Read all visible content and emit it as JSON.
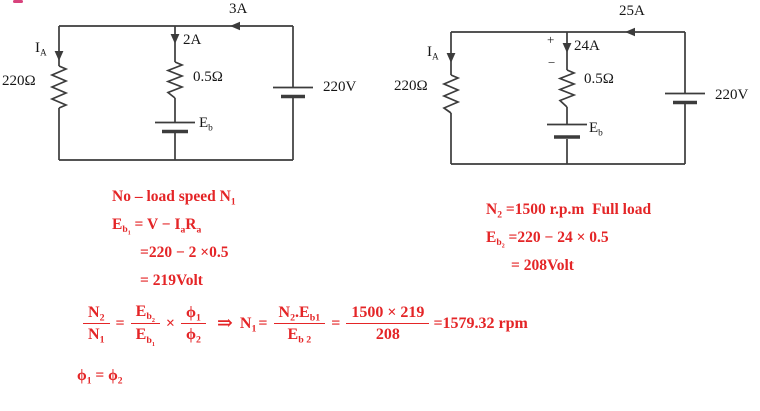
{
  "colors": {
    "accent_red": "#e42527",
    "ink": "#3c3c3c",
    "label_black": "#161616"
  },
  "circuit_left": {
    "supply_current": "3A",
    "armature_current": "I_{A}",
    "branch_current": "2A",
    "field_resistance": "220Ω",
    "armature_resistance": "0.5Ω",
    "back_emf": "E_{b}",
    "supply_voltage": "220V"
  },
  "circuit_right": {
    "supply_current": "25A",
    "armature_current": "I_{A}",
    "branch_current": "24A",
    "polarity_plus": "+",
    "polarity_minus": "−",
    "field_resistance": "220Ω",
    "armature_resistance": "0.5Ω",
    "back_emf": "E_{b}",
    "supply_voltage": "220V"
  },
  "no_load_solution": {
    "line1": "No – load speed N_{1}",
    "line2": "E_{b_{1}} = V − I_{a}R_{a}",
    "line3": "=220 − 2 ×0.5",
    "line4": "= 219Volt"
  },
  "full_load_solution": {
    "line1": "N_{2} =1500 r.p.m  Full load",
    "line2": "E_{b_{2}} =220 − 24 × 0.5",
    "line3": "= 208Volt"
  },
  "speed_equation": {
    "lhs_num": "N_{2}",
    "lhs_den": "N_{1}",
    "eq1": "=",
    "emf_ratio_num": "E_{b_{2}}",
    "emf_ratio_den": "E_{b_{1}}",
    "times": "×",
    "flux_ratio_num": "ϕ_{1}",
    "flux_ratio_den": "ϕ_{2}",
    "implies": "⇒",
    "n1": "N_{1}",
    "eq2": "=",
    "expr_num": "N_{2}.E_{b1}",
    "expr_den": "E_{b 2}",
    "eq3": "=",
    "value_num": "1500 × 219",
    "value_den": "208",
    "result": "=1579.32 rpm"
  },
  "flux_equality": "ϕ_{1} = ϕ_{2}"
}
